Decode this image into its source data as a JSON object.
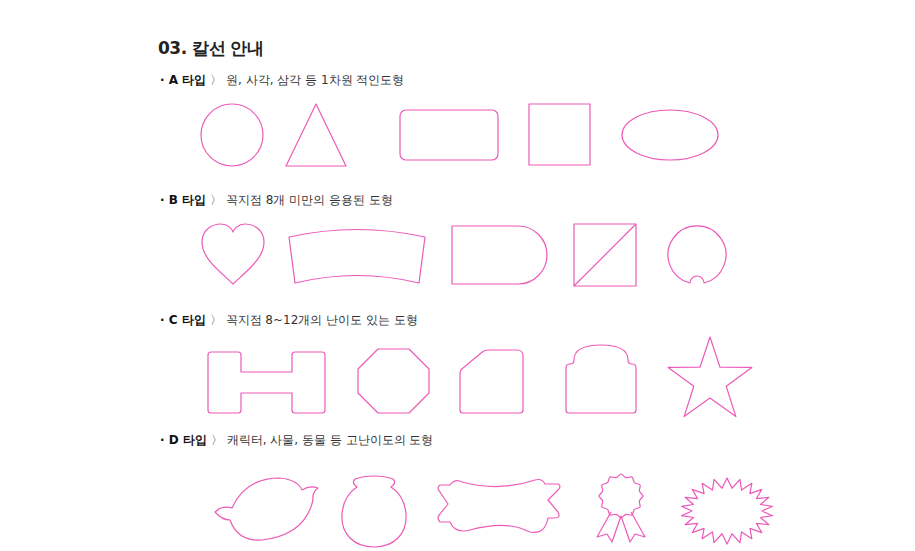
{
  "diagram": {
    "title": "03. 칼선 안내",
    "labels": [
      "· A 타입",
      "〉 원, 사각, 삼각 등 1차원 적인도형",
      "· B 타입",
      "〉 꼭지점 8개 미만의 응용된 도형",
      "· C 타입",
      "〉 꼭지점 8~12개의 난이도 있는 도형",
      "· D 타입",
      "〉 캐릭터, 사물, 동물 등 고난이도의 도형"
    ]
  }
}
